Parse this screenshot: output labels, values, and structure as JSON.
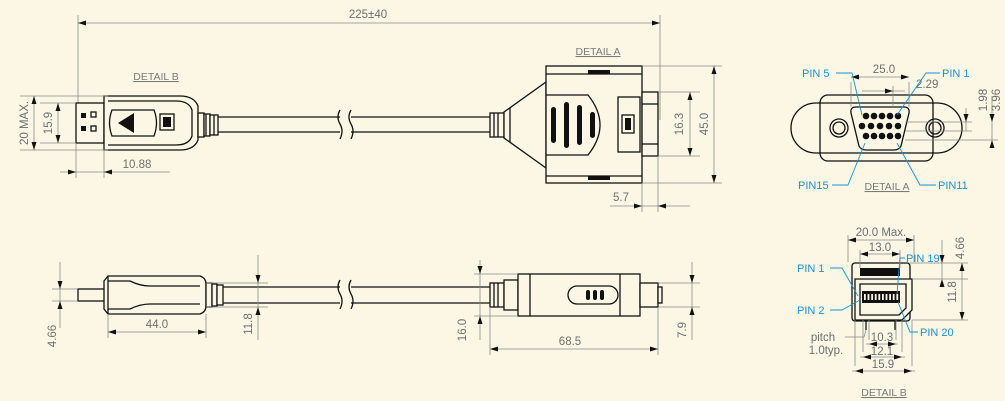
{
  "detail_labels": {
    "detail_a_top": "DETAIL A",
    "detail_b_top": "DETAIL B",
    "detail_a_right": "DETAIL A",
    "detail_b_right": "DETAIL B"
  },
  "dimensions": {
    "overall_length": "225±40",
    "dp_height_max": "20 MAX.",
    "dp_plug_height": "15.9",
    "dp_plug_length": "10.88",
    "vga_jack_height": "16.3",
    "vga_body_height": "45.0",
    "vga_jack_depth": "5.7",
    "side_plug_thickness": "4.66",
    "side_dp_length": "44.0",
    "side_dp_height": "11.8",
    "side_vga_height": "16.0",
    "side_vga_length": "68.5",
    "side_vga_jack": "7.9",
    "a_width": "25.0",
    "a_pitch": "2.29",
    "a_row_pitch": "1.98",
    "a_height": "3.96",
    "b_width_max": "20.0 Max.",
    "b_inner_width": "13.0",
    "b_height_1": "4.66",
    "b_height_2": "11.8",
    "b_pin_span": "10.3",
    "b_width_2": "12.1",
    "b_width_3": "15.9",
    "b_pitch": "pitch",
    "b_pitch_value": "1.0typ."
  },
  "pins": {
    "a_pin5": "PIN 5",
    "a_pin1": "PIN 1",
    "a_pin15": "PIN15",
    "a_pin11": "PIN11",
    "b_pin1": "PIN 1",
    "b_pin19": "PIN 19",
    "b_pin2": "PIN 2",
    "b_pin20": "PIN 20"
  },
  "colors": {
    "background": "#fbf7e4",
    "outline": "#111111",
    "dimension": "#8a8a8a",
    "pin_callout": "#1a8fd6"
  }
}
